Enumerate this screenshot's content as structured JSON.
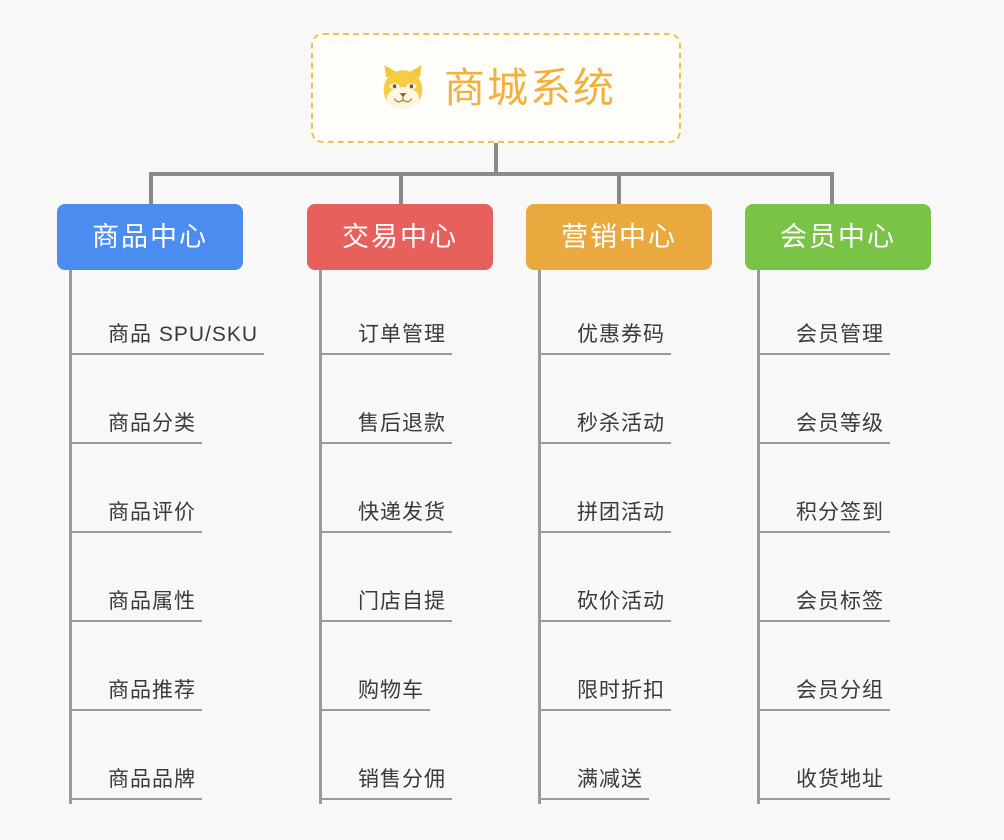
{
  "diagram": {
    "type": "org-chart",
    "background_color": "#f8f8f8",
    "root": {
      "title": "商城系统",
      "icon": "shiba-dog-emoji",
      "text_color": "#f2b13c",
      "border_color": "#f2c14a",
      "border_style": "dashed"
    },
    "connector_color": "#8a8a8a",
    "branches": [
      {
        "label": "商品中心",
        "color": "#4a8cf0",
        "items": [
          "商品 SPU/SKU",
          "商品分类",
          "商品评价",
          "商品属性",
          "商品推荐",
          "商品品牌"
        ]
      },
      {
        "label": "交易中心",
        "color": "#e8605c",
        "items": [
          "订单管理",
          "售后退款",
          "快递发货",
          "门店自提",
          "购物车",
          "销售分佣"
        ]
      },
      {
        "label": "营销中心",
        "color": "#eaa93f",
        "items": [
          "优惠券码",
          "秒杀活动",
          "拼团活动",
          "砍价活动",
          "限时折扣",
          "满减送"
        ]
      },
      {
        "label": "会员中心",
        "color": "#79c346",
        "items": [
          "会员管理",
          "会员等级",
          "积分签到",
          "会员标签",
          "会员分组",
          "收货地址"
        ]
      }
    ]
  }
}
